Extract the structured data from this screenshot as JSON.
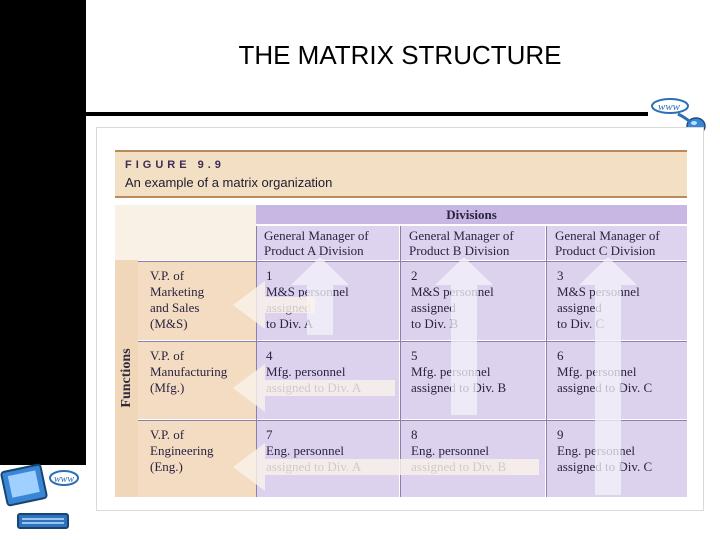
{
  "slide": {
    "title": "THE MATRIX STRUCTURE"
  },
  "figure": {
    "label": "FIGURE 9.9",
    "caption": "An example of a matrix organization",
    "functions_label": "Functions",
    "divisions_label": "Divisions",
    "columns": [
      "General Manager of\nProduct A Division",
      "General Manager of\nProduct B Division",
      "General Manager of\nProduct C Division"
    ],
    "rows": [
      {
        "function": "V.P. of\nMarketing\nand Sales\n(M&S)",
        "cells": [
          "1\nM&S personnel\nassigned\nto Div. A",
          "2\nM&S personnel\nassigned\nto Div. B",
          "3\nM&S personnel\nassigned\nto Div. C"
        ]
      },
      {
        "function": "V.P. of\nManufacturing\n(Mfg.)",
        "cells": [
          "4\nMfg. personnel\nassigned to Div. A",
          "5\nMfg. personnel\nassigned to Div. B",
          "6\nMfg. personnel\nassigned to Div. C"
        ]
      },
      {
        "function": "V.P. of\nEngineering\n(Eng.)",
        "cells": [
          "7\nEng. personnel\nassigned to Div. A",
          "8\nEng. personnel\nassigned to Div. B",
          "9\nEng. personnel\nassigned to Div. C"
        ]
      }
    ]
  },
  "colors": {
    "divisions_header": "#c8b7e3",
    "manager_cells": "#ddd3ef",
    "matrix_cells": "#dcd2ee",
    "function_cells": "#f3dcc2",
    "figure_header": "#f3dfc3",
    "arrows": "#f2f0f7"
  },
  "icons": [
    "logo-top-right-icon",
    "computer-logo-icon"
  ]
}
